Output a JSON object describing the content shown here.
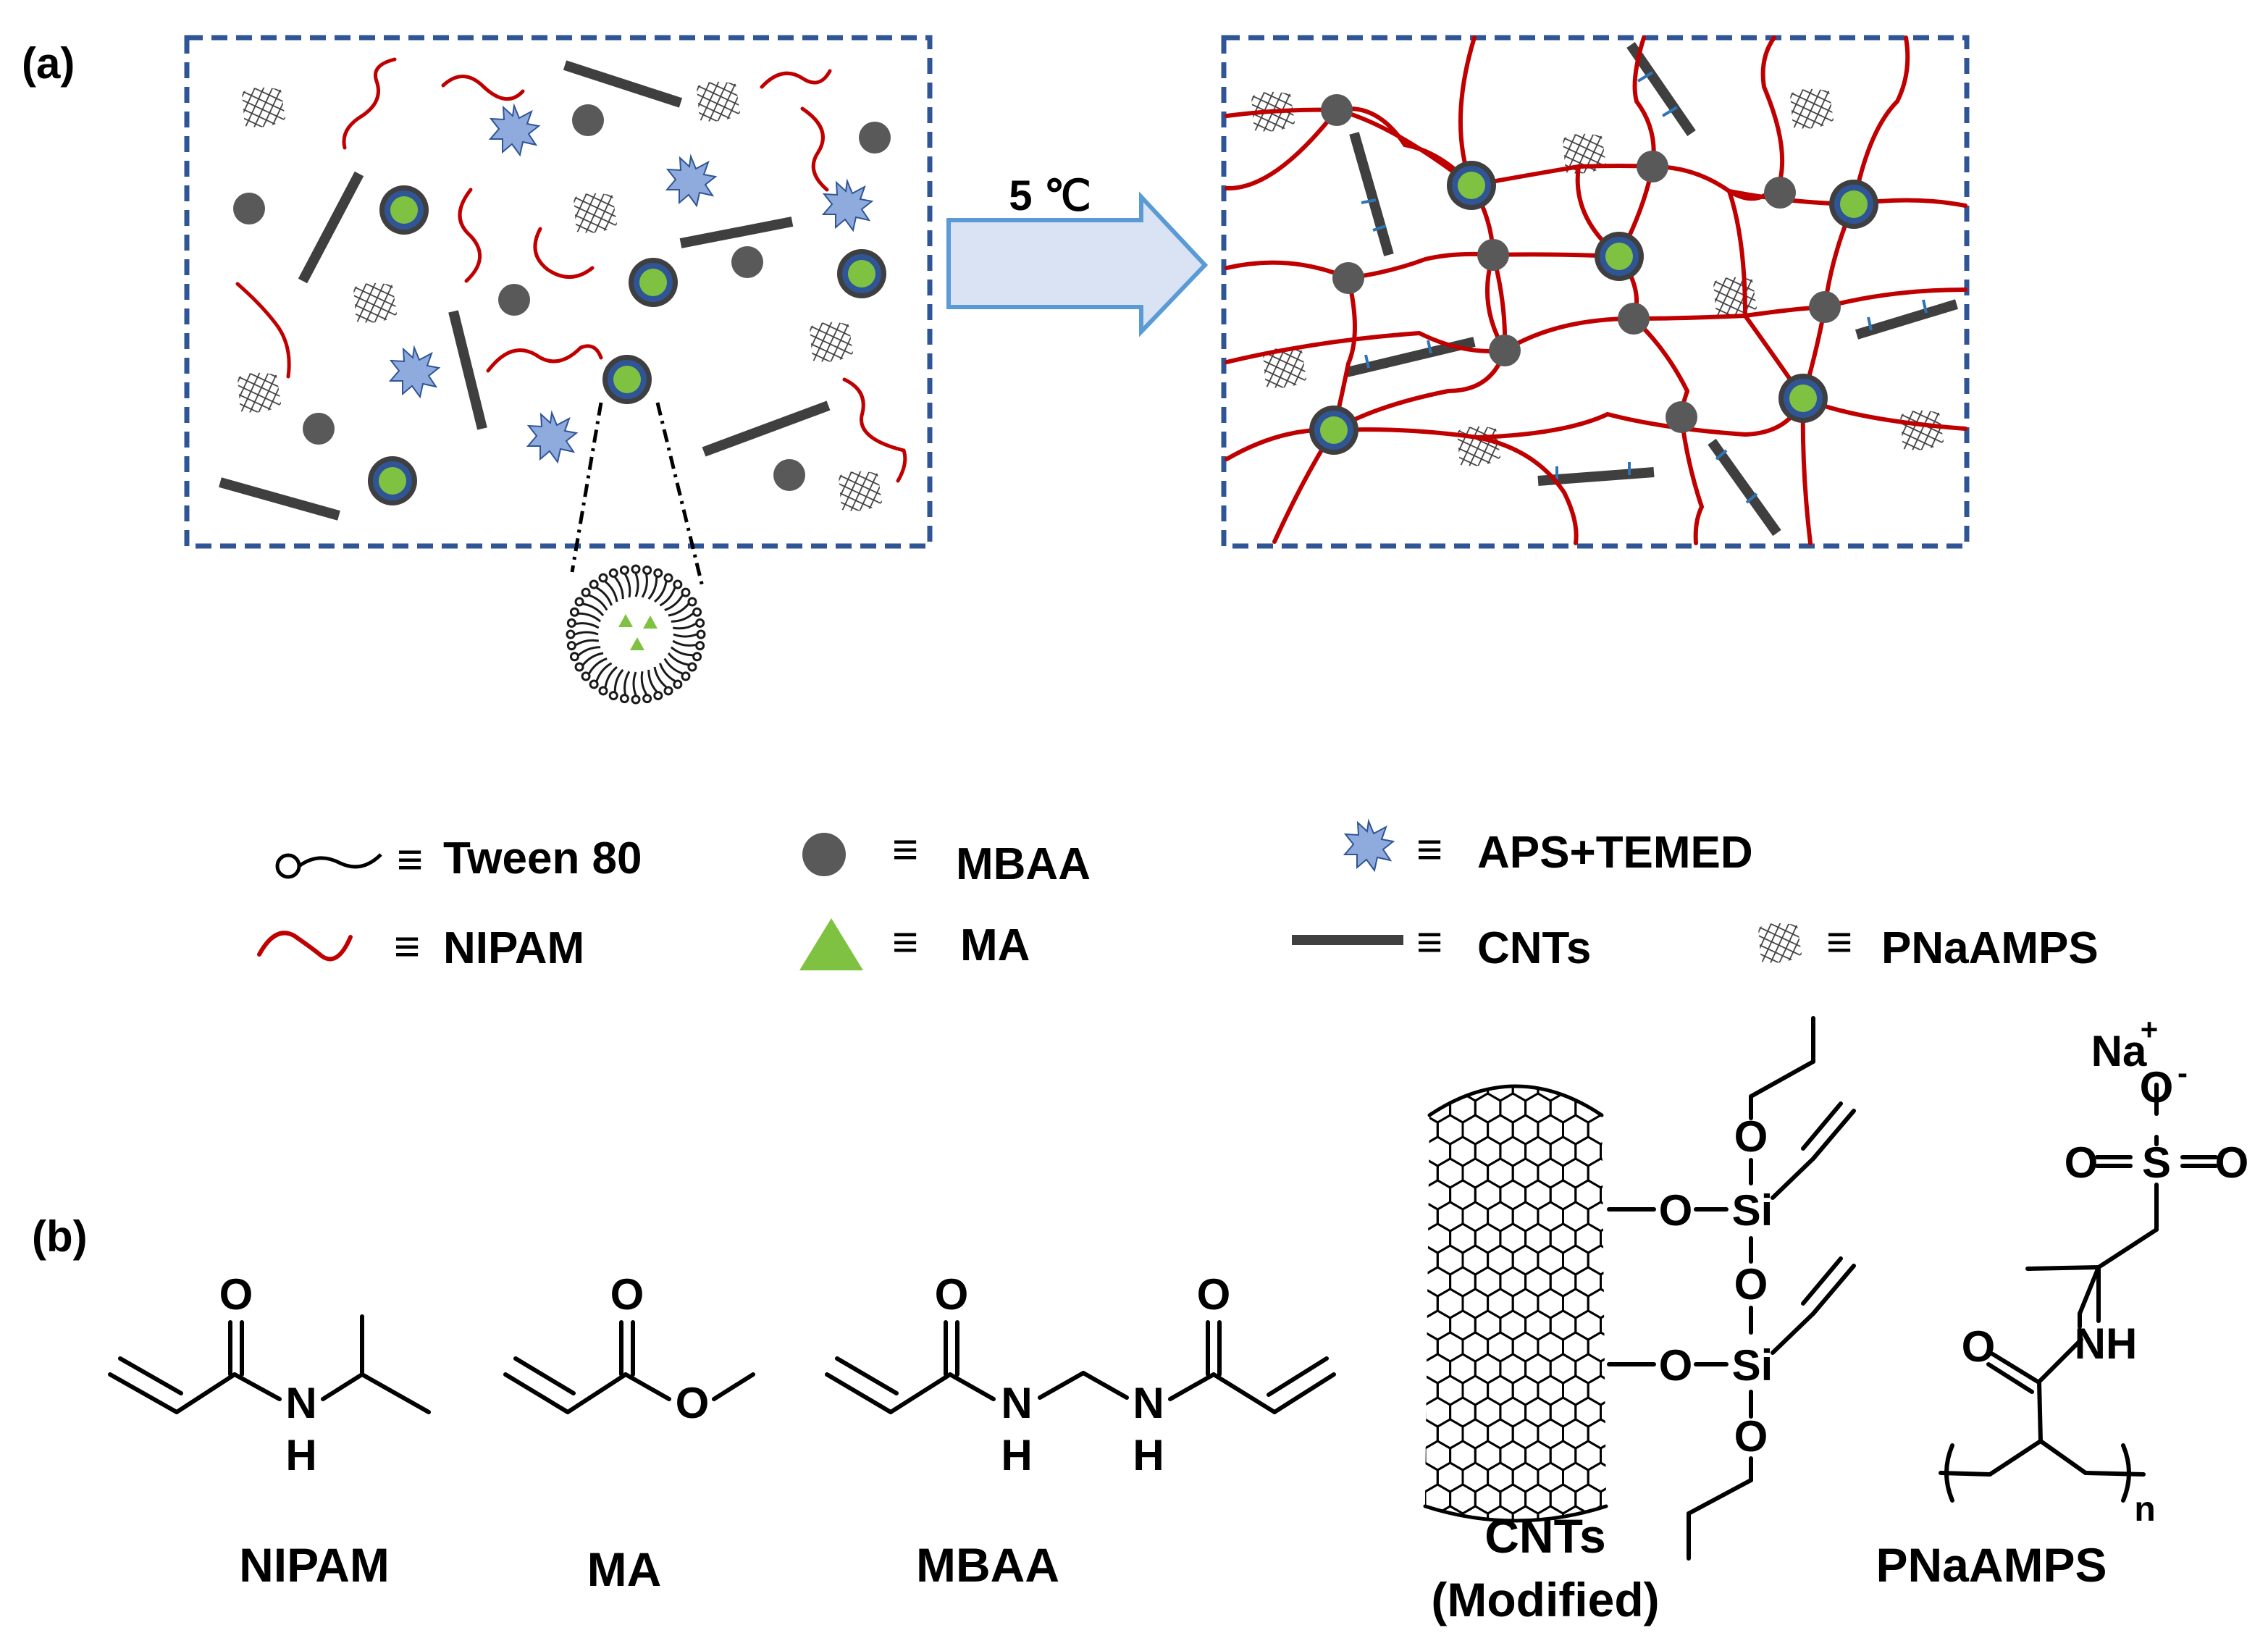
{
  "panel_a": {
    "label": "(a)",
    "arrow_label": "5 ℃",
    "legend": [
      {
        "symbol": "surfactant-icon",
        "sep": "≡",
        "label": "Tween 80"
      },
      {
        "symbol": "mbaa-dot-icon",
        "sep": "≡",
        "label": "MBAA"
      },
      {
        "symbol": "initiator-star-icon",
        "sep": "≡",
        "label": "APS+TEMED"
      },
      {
        "symbol": "nipam-chain-icon",
        "sep": "≡",
        "label": "NIPAM"
      },
      {
        "symbol": "ma-triangle-icon",
        "sep": "≡",
        "label": "MA"
      },
      {
        "symbol": "cnt-rod-icon",
        "sep": "≡",
        "label": "CNTs"
      },
      {
        "symbol": "pnaamps-mesh-icon",
        "sep": "≡",
        "label": "PNaAMPS"
      }
    ]
  },
  "panel_b": {
    "label": "(b)",
    "names": {
      "nipam": "NIPAM",
      "ma": "MA",
      "mbaa": "MBAA",
      "cnt_line1": "CNTs",
      "cnt_line2": "(Modified)",
      "pnaamps": "PNaAMPS"
    },
    "atoms": {
      "O": "O",
      "N": "N",
      "H": "H",
      "NH": "NH",
      "Si": "Si",
      "S": "S",
      "Na": "Na",
      "plus": "+",
      "minus": "-",
      "n": "n"
    }
  },
  "colors": {
    "box_border": "#2f5597",
    "chain": "#c00000",
    "mbaa": "#595959",
    "rod": "#3f3f3f",
    "micelle_ring": "#2f5597",
    "micelle_core": "#7fc241",
    "star": "#8faadc",
    "arrow_fill": "#dae3f3",
    "arrow_stroke": "#5b9bd5",
    "hbond": "#2e75b6"
  }
}
